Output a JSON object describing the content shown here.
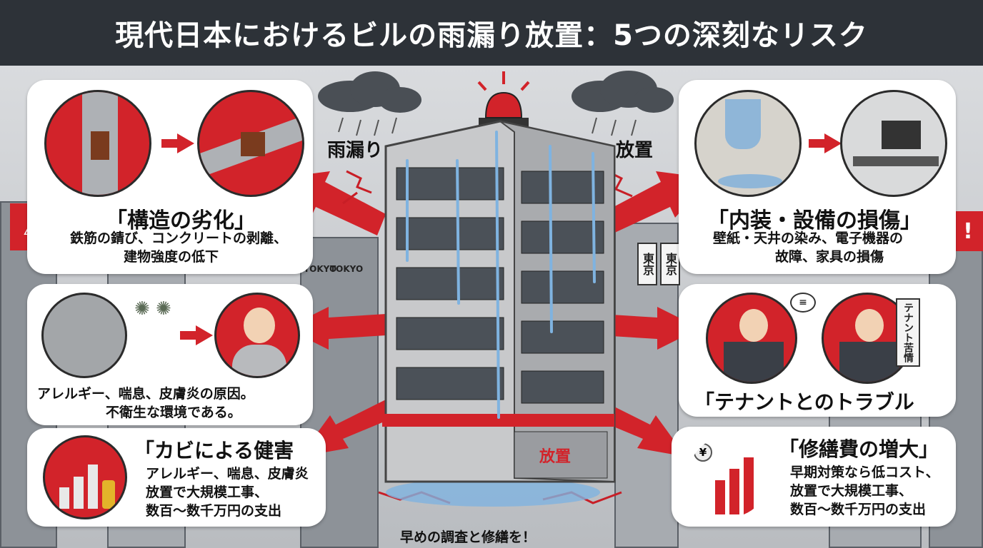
{
  "title": "現代日本におけるビルの雨漏り放置：5つの深刻なリスク",
  "labels": {
    "rain_leak": "雨漏り",
    "neglect": "放置",
    "shutter": "放置"
  },
  "footer": "早めの調査と修繕を！",
  "signs": {
    "tokyo": "TOKYO",
    "tokyo2": "TOKYO",
    "tokyo_kanji": "東京",
    "tokyo_kanji2": "東京",
    "tenant_complaint": "テナント苦情"
  },
  "risks": {
    "structure": {
      "title": "「構造の劣化」",
      "lines": [
        "鉄筋の錆び、コンクリートの剥離、",
        "建物強度の低下"
      ]
    },
    "interior": {
      "title": "「内装・設備の損傷」",
      "lines": [
        "壁紙・天井の染み、電子機器の",
        "故障、家具の損傷"
      ]
    },
    "mold_effect": {
      "lines": [
        "アレルギー、喘息、皮膚炎の原因。",
        "不衛生な環境である。"
      ]
    },
    "tenant": {
      "title": "「テナントとのトラブル"
    },
    "mold": {
      "title": "「カビによる健害",
      "lines": [
        "アレルギー、喘息、皮膚炎",
        "放置で大規模工事、",
        "数百～数千万円の支出"
      ]
    },
    "repair": {
      "title": "「修繕費の増大」",
      "lines": [
        "早期対策なら低コスト、",
        "放置で大規模工事、",
        "数百～数千万円の支出"
      ]
    }
  },
  "colors": {
    "accent": "#d2232a",
    "title_bg": "#2d3238",
    "water": "#7fb3e0"
  },
  "icons": [
    "warning-icon",
    "alert-icon",
    "yen-icon",
    "speech-bubble-icon",
    "rain-cloud-icon",
    "siren-icon"
  ]
}
